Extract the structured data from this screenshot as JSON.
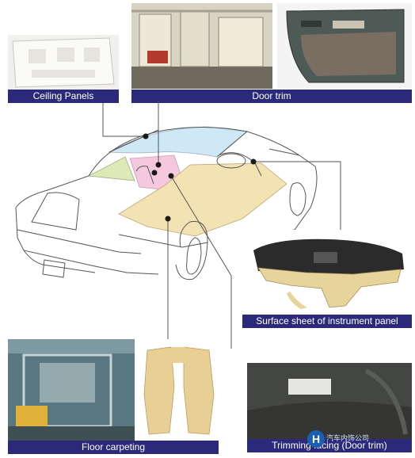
{
  "labels": {
    "ceiling": "Ceiling Panels",
    "door": "Door trim",
    "instrument": "Surface sheet of instrument panel",
    "floor": "Floor carpeting",
    "trimming": "Trimming facing (Door trim)"
  },
  "logo": {
    "mark": "H",
    "company": "汽车内饰公司"
  },
  "colors": {
    "label_bg": "#2b2a7a",
    "roof": "#cfe8f5",
    "rear_seat": "#f6c8dd",
    "side": "#dfe9b8",
    "floor": "#f3e2b2",
    "leader": "#555555",
    "dot": "#1a1a1a",
    "logo": "#1a5fb4"
  }
}
